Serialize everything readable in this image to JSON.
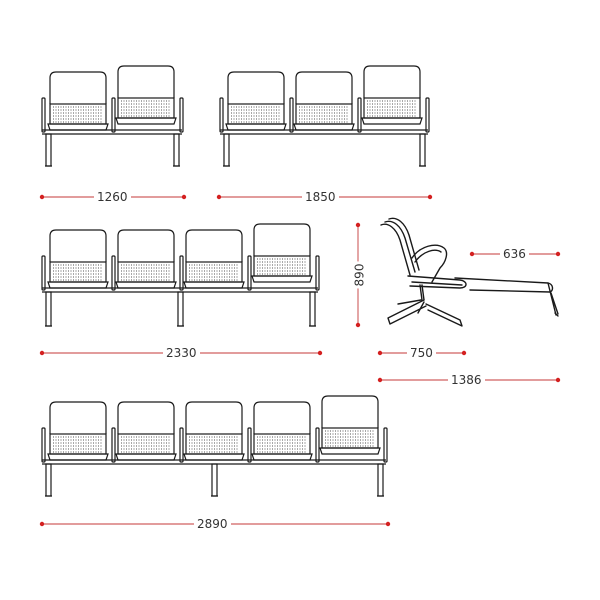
{
  "dimensions": {
    "two_seat_width": "1260",
    "three_seat_width": "1850",
    "four_seat_width": "2330",
    "five_seat_width": "2890",
    "height": "890",
    "depth": "750",
    "depth_extended": "1386",
    "seat_depth": "636"
  },
  "colors": {
    "line": "#1a1a1a",
    "dimension": "#d42020",
    "label": "#333333"
  }
}
